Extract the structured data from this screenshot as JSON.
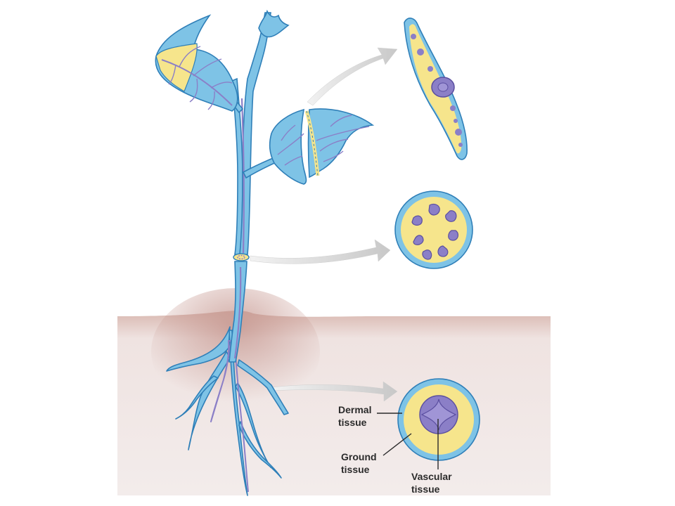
{
  "labels": {
    "dermal_line1": "Dermal",
    "dermal_line2": "tissue",
    "ground_line1": "Ground",
    "ground_line2": "tissue",
    "vascular_line1": "Vascular",
    "vascular_line2": "tissue"
  },
  "colors": {
    "dermal": "#7ec3e6",
    "dermal_outline": "#2f7fb8",
    "ground": "#f6e58c",
    "vascular": "#8b7fc7",
    "vascular_dark": "#5b4fa0",
    "soil": "#efe3e1",
    "soil_dark": "#c9a49d",
    "arrow": "#d7d7d7"
  }
}
